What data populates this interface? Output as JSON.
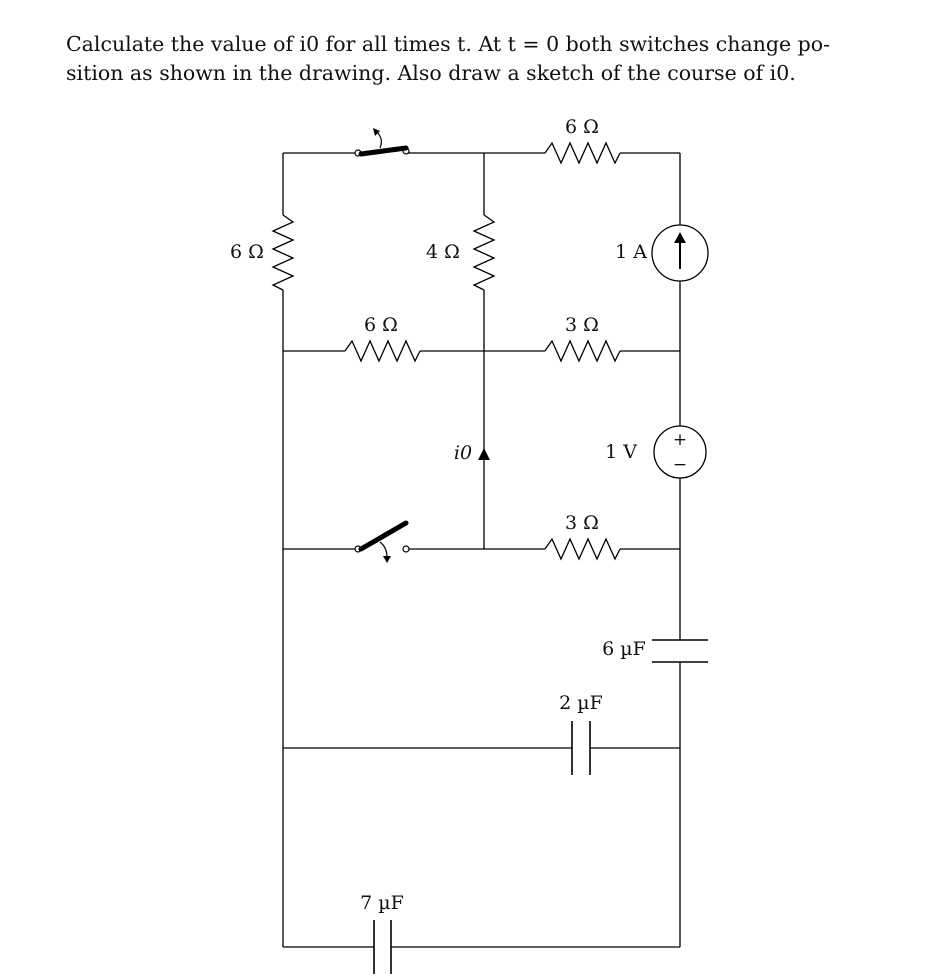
{
  "problem": {
    "line1": "Calculate the value of i0 for all times t.  At t = 0 both switches change po-",
    "line2": "sition as shown in the drawing. Also draw a sketch of the course of i0."
  },
  "labels": {
    "r_top": "6 Ω",
    "r_left": "6 Ω",
    "r_mid_vertical": "4 Ω",
    "r_mid_left": "6 Ω",
    "r_mid_right": "3 Ω",
    "r_lower_right": "3 Ω",
    "current_source": "1 A",
    "voltage_source": "1 V",
    "v_plus": "+",
    "v_minus": "−",
    "cap_6": "6 µF",
    "cap_2": "2 µF",
    "cap_7": "7 µF",
    "current_label": "i0"
  }
}
